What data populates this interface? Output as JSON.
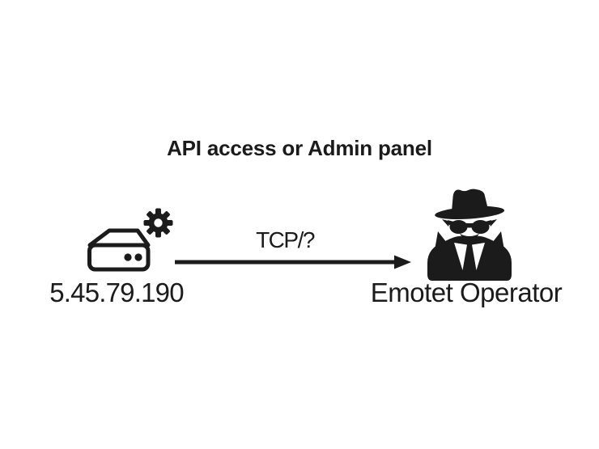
{
  "colors": {
    "ink": "#1b1b1b",
    "background": "#ffffff"
  },
  "diagram": {
    "title": "API access or Admin panel",
    "source_node": {
      "label": "5.45.79.190",
      "icons": [
        "server-icon",
        "gear-icon"
      ]
    },
    "connection": {
      "label": "TCP/?",
      "type": "arrow",
      "direction": "left-to-right"
    },
    "target_node": {
      "label": "Emotet Operator",
      "icon": "spy-operator-icon"
    }
  }
}
